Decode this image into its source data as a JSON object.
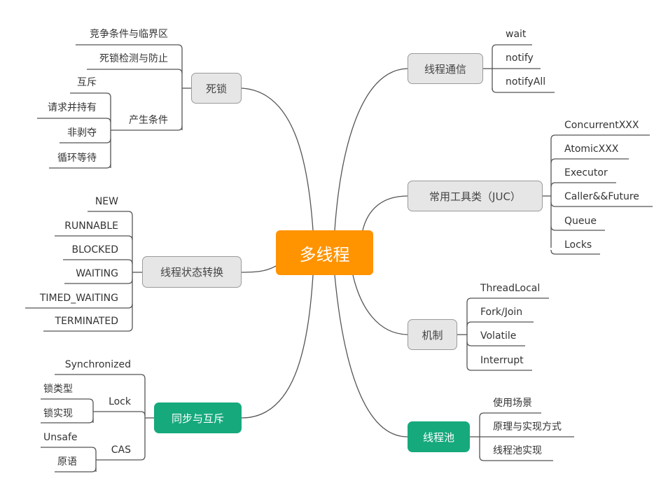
{
  "center": {
    "label": "多线程",
    "color": "#ff9300"
  },
  "colors": {
    "gray_fill": "#e6e6e6",
    "green_fill": "#16a97c",
    "line": "#555555"
  },
  "branches": {
    "deadlock": {
      "label": "死锁",
      "children": [
        "竞争条件与临界区",
        "死锁检测与防止",
        "产生条件"
      ],
      "conditions": [
        "互斥",
        "请求并持有",
        "非剥夺",
        "循环等待"
      ]
    },
    "state": {
      "label": "线程状态转换",
      "children": [
        "NEW",
        "RUNNABLE",
        "BLOCKED",
        "WAITING",
        "TIMED_WAITING",
        "TERMINATED"
      ]
    },
    "sync": {
      "label": "同步与互斥",
      "children": [
        "Synchronized",
        "Lock",
        "CAS"
      ],
      "lock_children": [
        "锁类型",
        "锁实现"
      ],
      "cas_children": [
        "Unsafe",
        "原语"
      ]
    },
    "comm": {
      "label": "线程通信",
      "children": [
        "wait",
        "notify",
        "notifyAll"
      ]
    },
    "juc": {
      "label": "常用工具类（JUC）",
      "children": [
        "ConcurrentXXX",
        "AtomicXXX",
        "Executor",
        "Caller&&Future",
        "Queue",
        "Locks"
      ]
    },
    "mech": {
      "label": "机制",
      "children": [
        "ThreadLocal",
        "Fork/Join",
        "Volatile",
        "Interrupt"
      ]
    },
    "pool": {
      "label": "线程池",
      "children": [
        "使用场景",
        "原理与实现方式",
        "线程池实现"
      ]
    }
  }
}
